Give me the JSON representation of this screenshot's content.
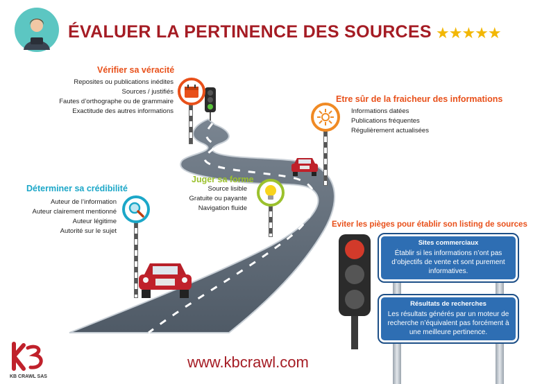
{
  "header": {
    "title": "ÉVALUER LA PERTINENCE DES SOURCES",
    "stars": "★★★★★"
  },
  "sections": {
    "verif": {
      "title": "Vérifier sa véracité",
      "items": [
        "Reposites ou publications inédites",
        "Sources / justifiés",
        "Fautes d’orthographe ou de grammaire",
        "Exactitude des autres informations"
      ]
    },
    "fresh": {
      "title": "Etre sûr de la fraicheur des informations",
      "items": [
        "Informations datées",
        "Publications fréquentes",
        "Régulièrement actualisées"
      ]
    },
    "cred": {
      "title": "Déterminer sa crédibilité",
      "items": [
        "Auteur de l’information",
        "Auteur clairement mentionné",
        "Auteur légitime",
        "Autorité sur le sujet"
      ]
    },
    "form": {
      "title": "Juger sa forme",
      "items": [
        "Source lisible",
        "Gratuite ou payante",
        "Navigation fluide"
      ]
    },
    "traps": {
      "title": "Eviter les pièges pour établir son listing de sources",
      "signs": [
        {
          "title": "Sites commerciaux",
          "text": "Établir si les informations n’ont pas d’objectifs de vente et sont purement informatives."
        },
        {
          "title": "Résultats de recherches",
          "text": "Les résultats générés par un moteur de recherche n’équivalent pas forcément à une meilleure pertinence."
        }
      ]
    }
  },
  "footer": {
    "url": "www.kbcrawl.com",
    "brand": "KB CRAWL SAS",
    "logo": "KB"
  },
  "colors": {
    "title": "#a51c24",
    "orange": "#e8501a",
    "blue": "#1ca7c8",
    "green": "#9bc12d",
    "sign": "#2e6eb3"
  },
  "icons": [
    "presenter-avatar-icon",
    "calendar-icon",
    "sun-icon",
    "magnifier-icon",
    "lightbulb-icon",
    "traffic-light-icon",
    "car-icon",
    "road-illustration"
  ]
}
